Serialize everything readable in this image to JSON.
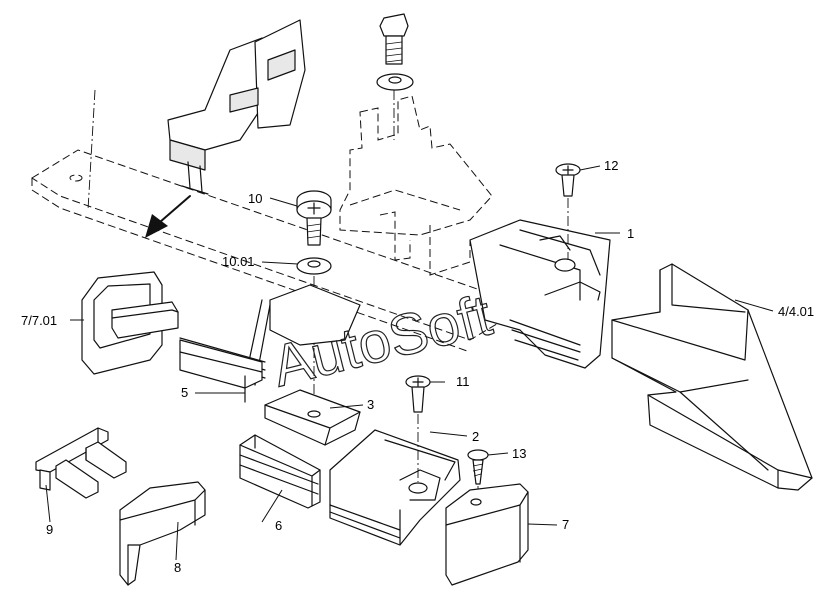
{
  "watermark": "AutoSoft",
  "labels": {
    "p1": "1",
    "p2": "2",
    "p3": "3",
    "p4": "4/4.01",
    "p5": "5",
    "p6": "6",
    "p7": "7",
    "p7_01": "7/7.01",
    "p8": "8",
    "p9": "9",
    "p10": "10",
    "p10_01": "10.01",
    "p11": "11",
    "p12": "12",
    "p13": "13"
  }
}
